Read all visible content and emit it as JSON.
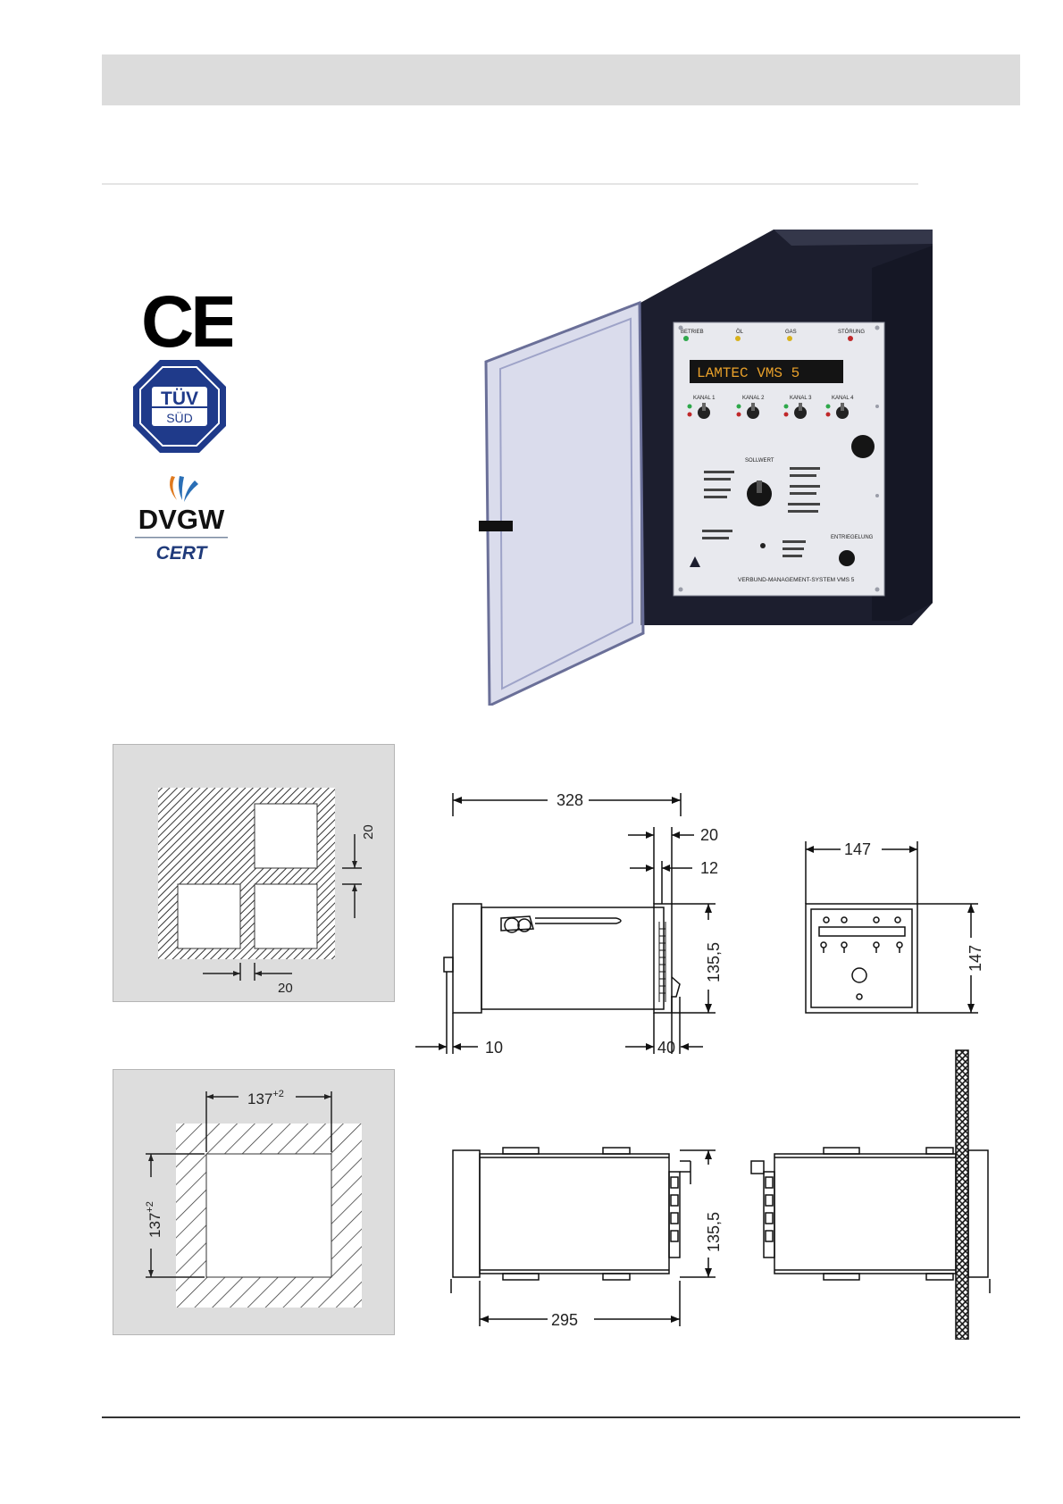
{
  "certifications": {
    "ce": "CE",
    "tuv_top": "TÜV",
    "tuv_bottom": "SÜD",
    "dvgw_top": "DVGW",
    "dvgw_bottom": "CERT"
  },
  "device_photo": {
    "leds": [
      "BETRIEB",
      "ÖL",
      "GAS",
      "STÖRUNG"
    ],
    "display": "LAMTEC  VMS 5",
    "channels": [
      "KANAL 1",
      "KANAL 2",
      "KANAL 3",
      "KANAL 4"
    ],
    "knob_label": "SOLLWERT",
    "bottom_label": "VERBUND-MANAGEMENT-SYSTEM  VMS 5",
    "reset_label": "ENTRIEGELUNG"
  },
  "cutout_multi": {
    "gap_vertical": "20",
    "gap_horizontal": "20"
  },
  "cutout_single": {
    "width": "137",
    "width_tol": "+2",
    "height": "137",
    "height_tol": "+2"
  },
  "drawing_side": {
    "length": "328",
    "d20": "20",
    "d12": "12",
    "height": "135,5",
    "d10": "10",
    "d40": "40"
  },
  "drawing_front": {
    "width": "147",
    "height": "147"
  },
  "drawing_top": {
    "height": "135,5",
    "length": "295"
  },
  "colors": {
    "header_bar": "#dcdcdc",
    "panel_bg": "#dddddd",
    "device_body": "#1a1c2c"
  }
}
